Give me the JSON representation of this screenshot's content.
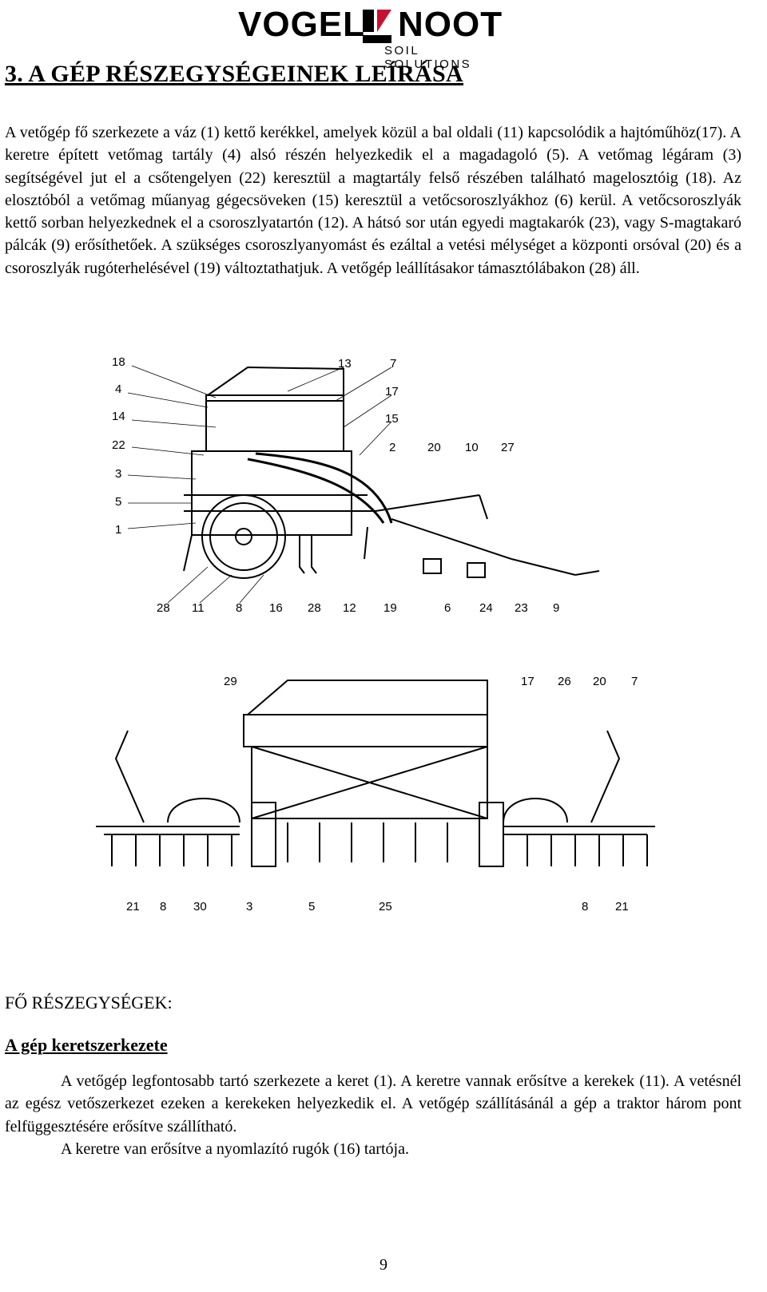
{
  "header": {
    "logo_left": "VOGEL",
    "logo_right": "NOOT",
    "logo_sub": "SOIL SOLUTIONS"
  },
  "section": {
    "heading": "3. A GÉP RÉSZEGYSÉGEINEK LEÍRÁSA",
    "intro": "A vetőgép fő szerkezete a váz (1) kettő kerékkel, amelyek közül a bal oldali (11) kapcsolódik a hajtóműhöz(17). A keretre épített vetőmag tartály (4) alsó részén helyezkedik el a magadagoló (5). A vetőmag légáram (3) segítségével jut el a csőtengelyen (22) keresztül a magtartály felső részében található magelosztóig (18). Az elosztóból a vetőmag műanyag gégecsöveken (15) keresztül a vetőcsoroszlyákhoz (6) kerül. A vetőcsoroszlyák kettő sorban helyezkednek el a csoroszlyatartón (12). A hátsó sor után egyedi magtakarók (23), vagy S-magtakaró pálcák (9) erősíthetőek. A szükséges csoroszlyanyomást és ezáltal a vetési mélységet a központi orsóval (20) és a csoroszlyák rugóterhelésével (19) változtathatjuk. A vetőgép leállításakor támasztólábakon (28) áll."
  },
  "figure_side": {
    "left_labels": [
      "18",
      "4",
      "14",
      "22",
      "3",
      "5",
      "1"
    ],
    "top_labels": [
      "13",
      "7",
      "17",
      "15",
      "2",
      "20",
      "10",
      "27"
    ],
    "bottom_labels": [
      "28",
      "11",
      "8",
      "16",
      "28",
      "12",
      "19",
      "6",
      "24",
      "23",
      "9"
    ]
  },
  "figure_rear": {
    "top_labels": [
      "29",
      "17",
      "26",
      "20",
      "7"
    ],
    "bottom_labels": [
      "21",
      "8",
      "30",
      "3",
      "5",
      "25",
      "8",
      "21"
    ]
  },
  "subsection": {
    "main_label": "FŐ RÉSZEGYSÉGEK:",
    "sub_label": "A gép keretszerkezete",
    "para1": "A vetőgép legfontosabb tartó szerkezete a keret (1). A keretre vannak erősítve a kerekek (11). A vetésnél az egész vetőszerkezet ezeken a kerekeken helyezkedik el. A vetőgép szállításánál a gép a traktor három pont felfüggesztésére erősítve szállítható.",
    "para2": "A keretre van erősítve a nyomlazító rugók (16) tartója."
  },
  "footer": {
    "page_number": "9"
  }
}
